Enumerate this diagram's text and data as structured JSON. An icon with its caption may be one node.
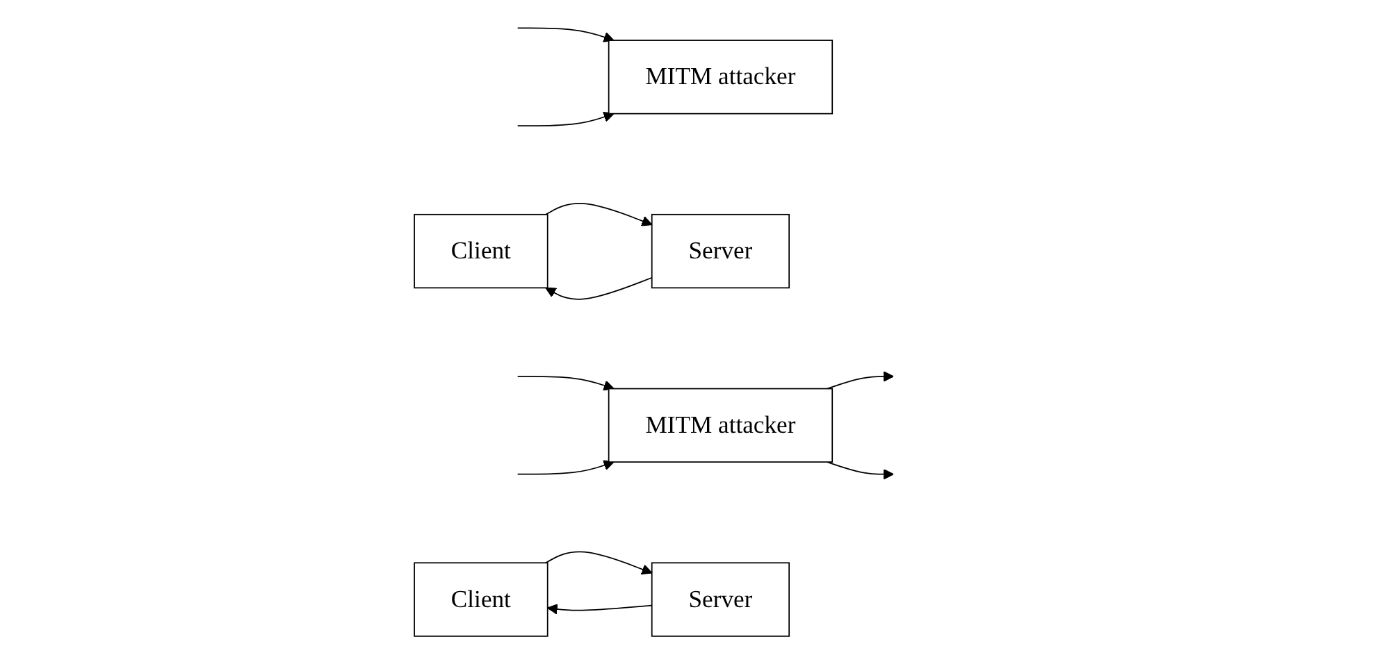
{
  "diagram": {
    "nodes": [
      {
        "text": [
          "Client"
        ]
      },
      {
        "text": [
          "MITM attacker"
        ]
      },
      {
        "text": [
          "Server"
        ]
      },
      {
        "text": [
          "Client"
        ]
      },
      {
        "text": [
          "MITM attacker"
        ]
      },
      {
        "text": [
          "Server"
        ]
      }
    ],
    "edges": [
      {
        "from": 0,
        "to": 2,
        "arrow": "to"
      },
      {
        "from": 2,
        "to": 0,
        "arrow": "to"
      },
      {
        "from": null,
        "to": 1,
        "arrow": "to"
      },
      {
        "from": null,
        "to": 1,
        "arrow": "to"
      },
      {
        "from": 3,
        "to": 5,
        "arrow": "to"
      },
      {
        "from": 5,
        "to": 3,
        "arrow": "to"
      },
      {
        "from": null,
        "to": 4,
        "arrow": "to"
      },
      {
        "from": 4,
        "to": null,
        "arrow": "to"
      },
      {
        "from": null,
        "to": 4,
        "arrow": "to"
      },
      {
        "from": 4,
        "to": null,
        "arrow": "to"
      }
    ]
  }
}
